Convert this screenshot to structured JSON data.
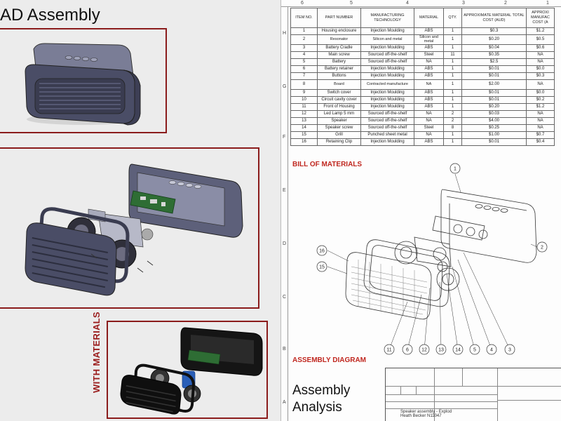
{
  "poster": {
    "title": "AD Assembly",
    "side_label": "WITH MATERIALS"
  },
  "sheet": {
    "column_markers": [
      "6",
      "5",
      "4",
      "3",
      "2",
      "1"
    ],
    "row_markers": [
      "H",
      "G",
      "F",
      "E",
      "D",
      "C",
      "B",
      "A"
    ],
    "bom": {
      "headers": [
        "ITEM NO.",
        "PART NUMBER",
        "MANUFACTURING TECHNOLOGY",
        "MATERIAL",
        "QTY.",
        "APPROXIMATE MATERIAL TOTAL COST (AUD)",
        "APPROXI MANUFAC COST (A"
      ],
      "rows": [
        [
          "1",
          "Housing enclosure",
          "Injection Moulding",
          "ABS",
          "1",
          "$0.3",
          "$1.2"
        ],
        [
          "2",
          "Resonator",
          "Silicon and metal",
          "Silicon and metal",
          "1",
          "$0.20",
          "$0.5"
        ],
        [
          "3",
          "Battery Cradle",
          "Injection Moulding",
          "ABS",
          "1",
          "$0.04",
          "$0.6"
        ],
        [
          "4",
          "Main screw",
          "Sourced off-the-shelf",
          "Steel",
          "11",
          "$0.35",
          "NA"
        ],
        [
          "5",
          "Battery",
          "Sourced off-the-shelf",
          "NA",
          "1",
          "$2.5",
          "NA"
        ],
        [
          "6",
          "Battery retainer",
          "Injection Moulding",
          "ABS",
          "1",
          "$0.01",
          "$0.0"
        ],
        [
          "7",
          "Buttons",
          "Injection Moulding",
          "ABS",
          "1",
          "$0.01",
          "$0.3"
        ],
        [
          "8",
          "Board",
          "Contracted manufacture",
          "NA",
          "1",
          "$2.00",
          "NA"
        ],
        [
          "9",
          "Switch cover",
          "Injection Moulding",
          "ABS",
          "1",
          "$0.01",
          "$0.0"
        ],
        [
          "10",
          "Circuit cavity cover",
          "Injection Moulding",
          "ABS",
          "1",
          "$0.01",
          "$0.2"
        ],
        [
          "11",
          "Front of Housing",
          "Injection Moulding",
          "ABS",
          "1",
          "$0.20",
          "$1.2"
        ],
        [
          "12",
          "Led Lamp 5 mm",
          "Sourced off-the-shelf",
          "NA",
          "2",
          "$0.03",
          "NA"
        ],
        [
          "13",
          "Speaker",
          "Sourced off-the-shelf",
          "NA",
          "2",
          "$4.00",
          "NA"
        ],
        [
          "14",
          "Speaker screw",
          "Sourced off-the-shelf",
          "Steel",
          "8",
          "$0.25",
          "NA"
        ],
        [
          "15",
          "Grill",
          "Punched sheet metal",
          "NA",
          "1",
          "$1.00",
          "$0.7"
        ],
        [
          "16",
          "Retaining Clip",
          "Injection Moulding",
          "ABS",
          "1",
          "$0.01",
          "$0.4"
        ]
      ]
    },
    "bom_label": "BILL OF MATERIALS",
    "assembly_label": "ASSEMBLY DIAGRAM",
    "balloons": [
      "1",
      "2",
      "16",
      "15",
      "11",
      "6",
      "12",
      "13",
      "14",
      "5",
      "4",
      "3"
    ],
    "title_block_footer": [
      "Speaker assembly - Explod",
      "Heath Becker N11047"
    ],
    "analysis_title_1": "Assembly",
    "analysis_title_2": "Analysis"
  },
  "colors": {
    "accent_red": "#c0271f",
    "frame_red": "#8b1c1c",
    "device_body": "#4a4d66"
  }
}
